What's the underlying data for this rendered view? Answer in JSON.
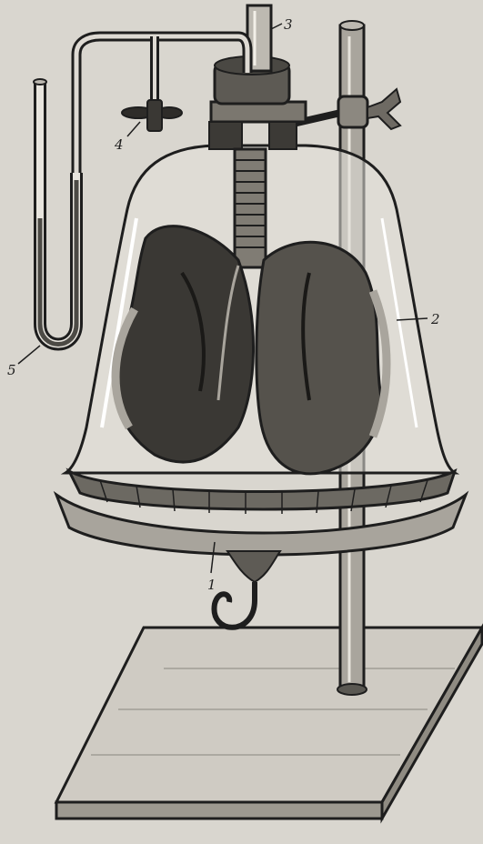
{
  "diagram": {
    "labels": {
      "funnel_base": "1",
      "bell_jar": "2",
      "stopper_tube": "3",
      "clamp": "4",
      "manometer": "5"
    },
    "colors": {
      "paper": "#d9d6cf",
      "ink": "#1e1e1e",
      "lung_dark": "#2b2926",
      "lung_light": "#8a8780"
    }
  }
}
